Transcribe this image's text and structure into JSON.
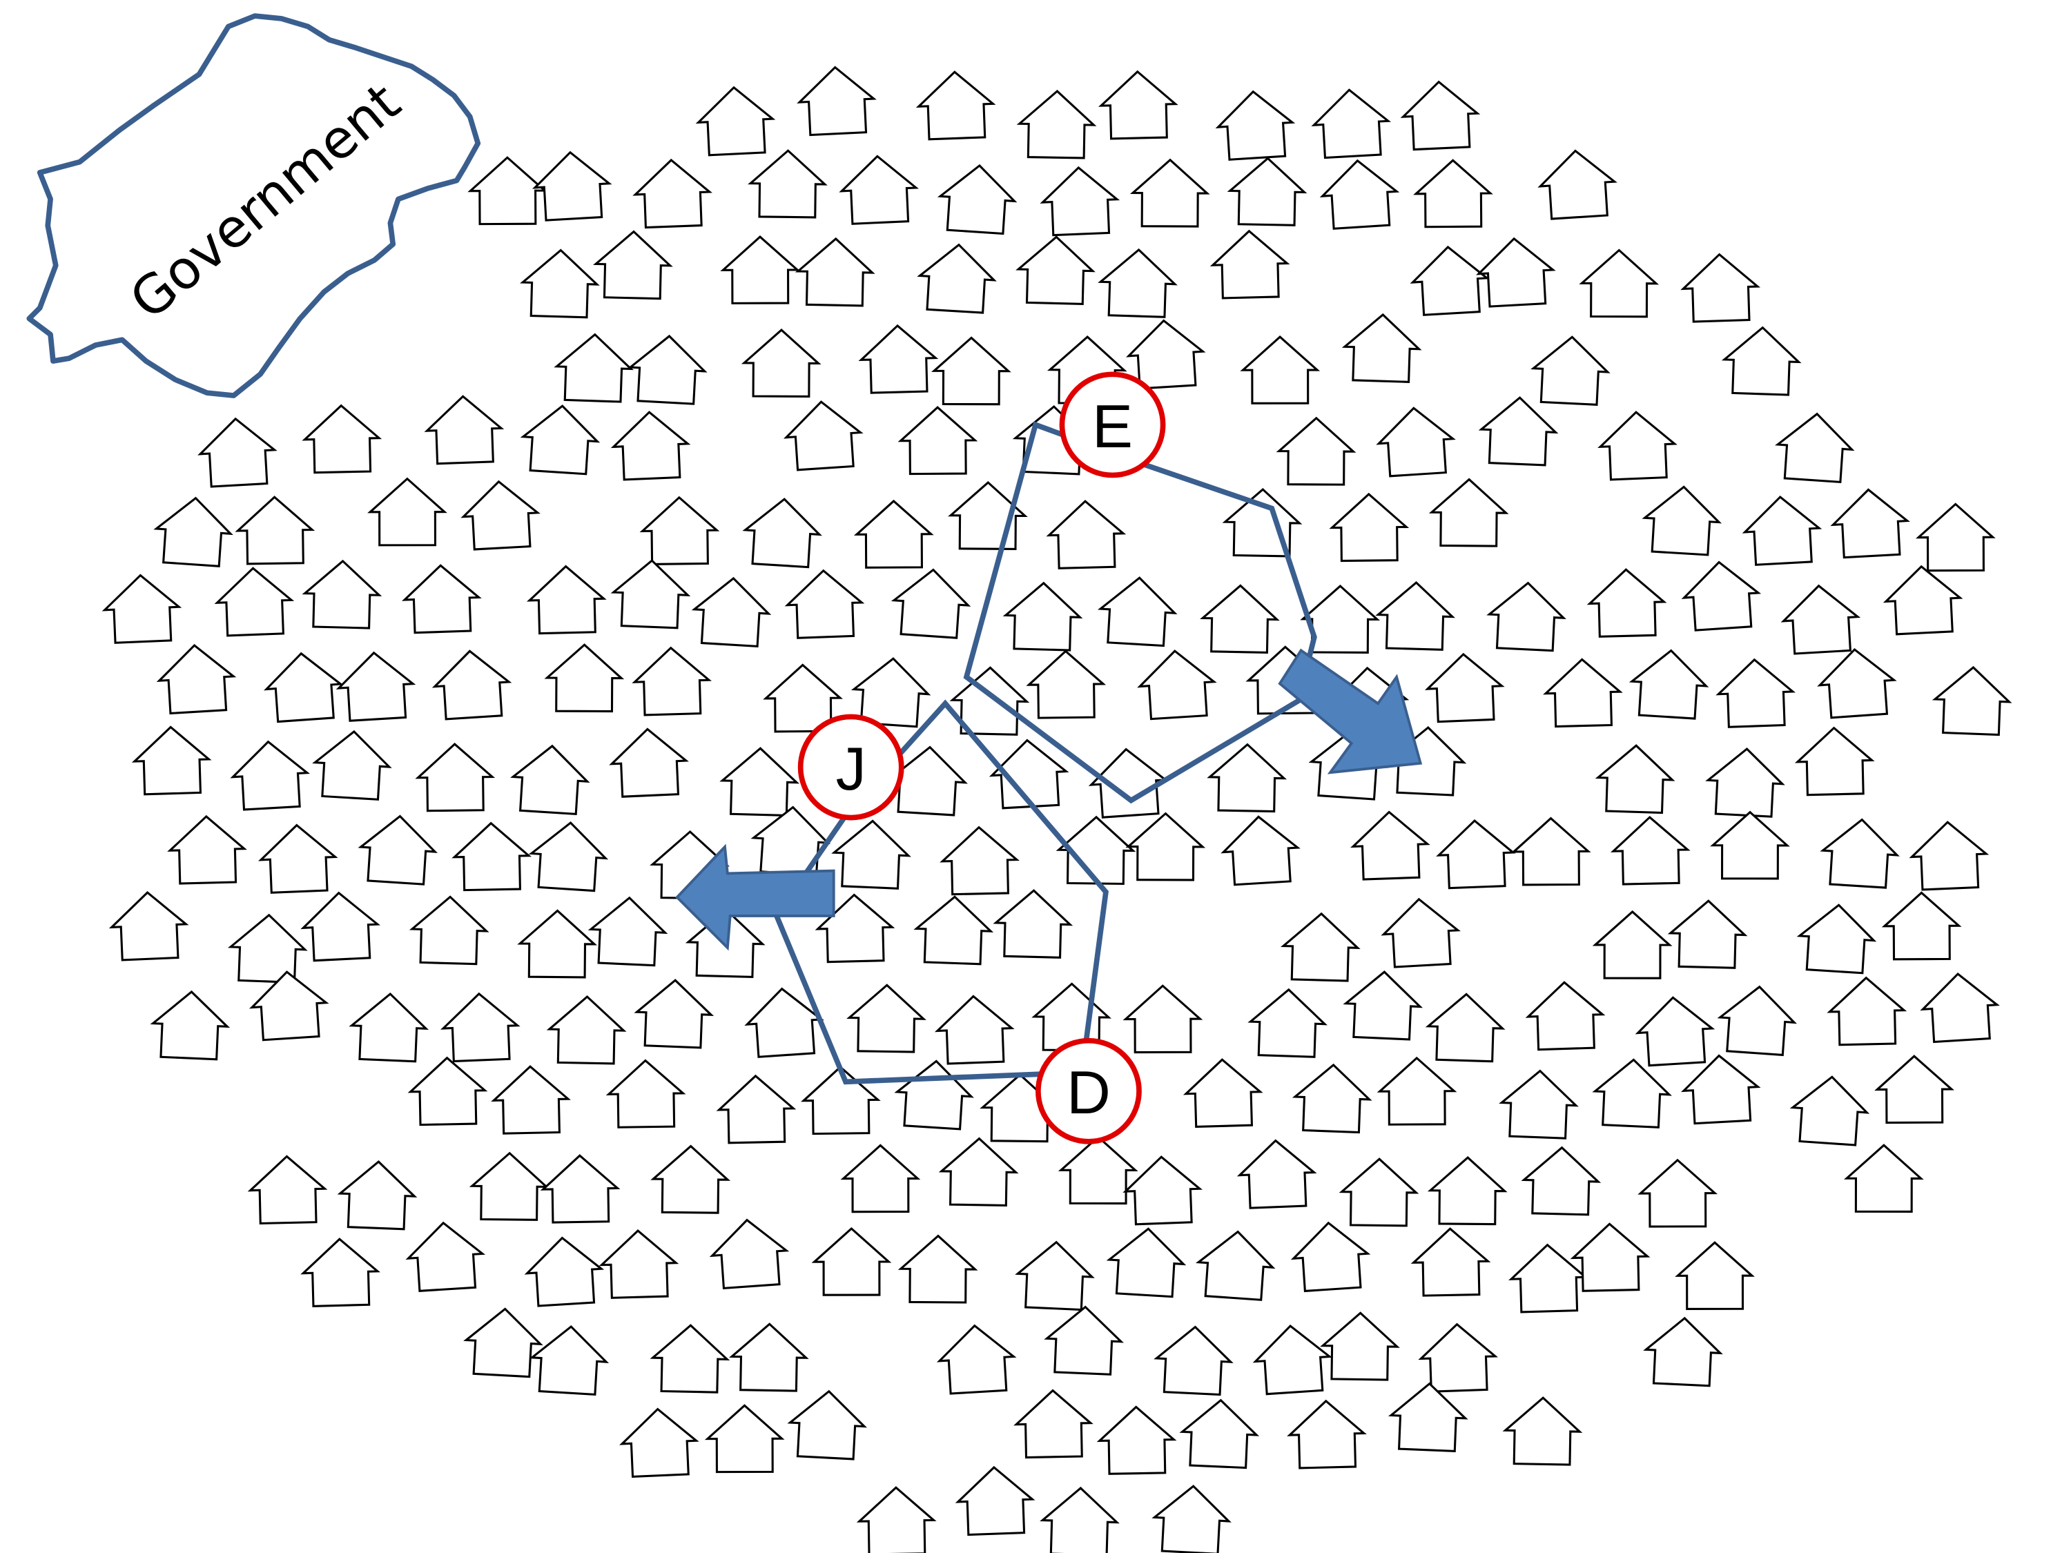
{
  "government": {
    "label": "Government"
  },
  "markers": {
    "E": "E",
    "J": "J",
    "D": "D"
  },
  "icons": {
    "house": "house-icon",
    "arrow": "arrow-icon"
  },
  "colors": {
    "outline": "#3a5f8f",
    "arrow": "#4f81bd",
    "marker_ring": "#e00000",
    "house": "#000000",
    "background": "#ffffff"
  }
}
